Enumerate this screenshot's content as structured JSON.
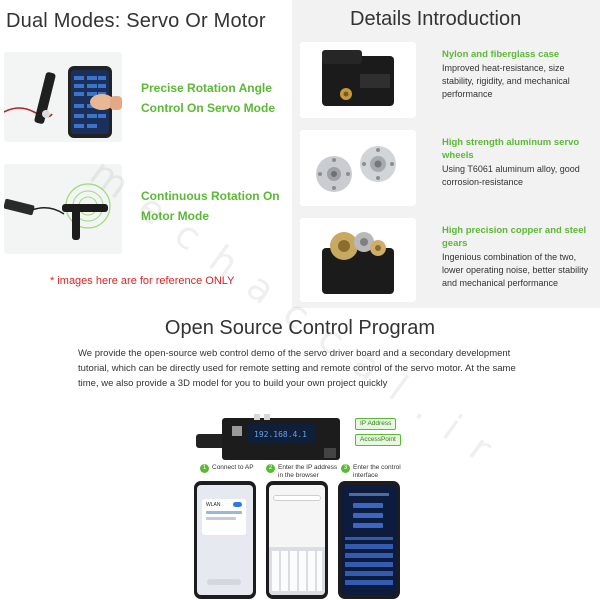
{
  "dual": {
    "title": "Dual Modes: Servo Or Motor",
    "mode1_line1": "Precise Rotation Angle",
    "mode1_line2": "Control On Servo Mode",
    "mode2_line1": "Continuous Rotation On",
    "mode2_line2": "Motor Mode",
    "note": "* images here are for reference ONLY"
  },
  "details": {
    "title": "Details Introduction",
    "items": [
      {
        "head": "Nylon and fiberglass case",
        "body": "Improved heat-resistance, size stability, rigidity, and mechanical performance"
      },
      {
        "head": "High strength aluminum servo wheels",
        "body": "Using T6061 aluminum alloy, good corrosion-resistance"
      },
      {
        "head": "High precision copper and steel gears",
        "body": "Ingenious combination of the two, lower operating noise, better stability and mechanical performance"
      }
    ]
  },
  "open": {
    "title": "Open Source Control Program",
    "desc": "We provide the open-source web control demo of the servo driver board and a secondary development tutorial, which can be directly used for remote setting and remote control of the servo motor. At the same time, we also provide a 3D model for you to build your own project quickly",
    "callout_ip": "IP Address",
    "callout_ap": "AccessPoint",
    "steps": [
      {
        "num": "1",
        "line1": "Connect to AP",
        "line2": ""
      },
      {
        "num": "2",
        "line1": "Enter the IP address",
        "line2": "in the browser"
      },
      {
        "num": "3",
        "line1": "Enter the control",
        "line2": "interface"
      }
    ],
    "wlan_label": "WLAN",
    "board_display": "192.168.4.1"
  },
  "watermark": "mechaccal.ir",
  "colors": {
    "accent_green": "#5cb936",
    "note_red": "#d42626",
    "details_bg": "#f2f2f2"
  }
}
